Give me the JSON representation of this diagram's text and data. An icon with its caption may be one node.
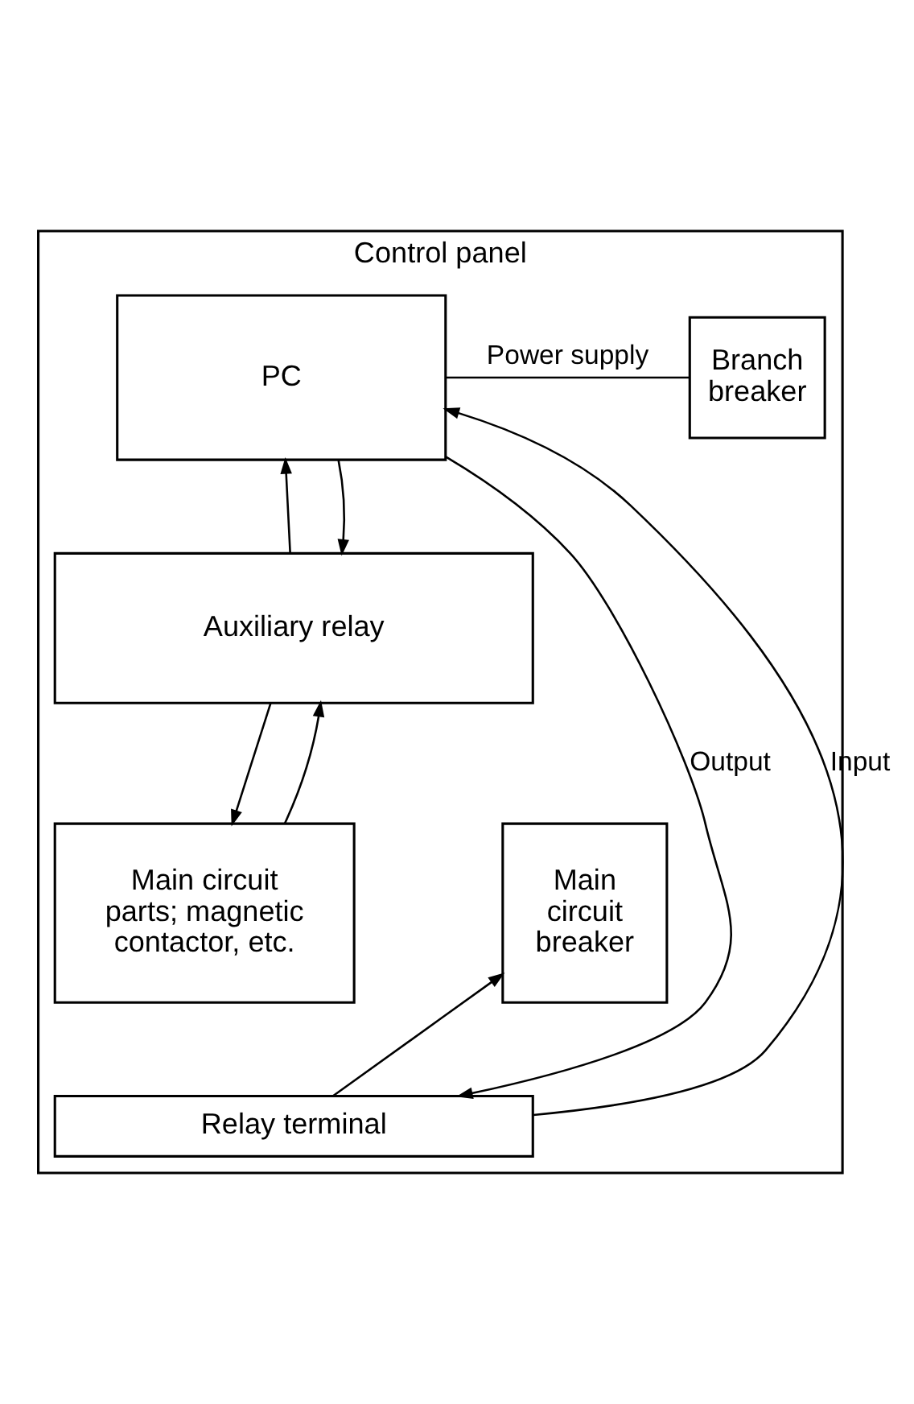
{
  "diagram": {
    "nodes": [
      {
        "text": [
          "Control panel"
        ]
      },
      {
        "text": [
          "PC"
        ],
        "in": 0
      },
      {
        "text": [
          "Branch breaker"
        ],
        "in": 0
      },
      {
        "text": [
          "Auxiliary relay"
        ],
        "in": 0
      },
      {
        "text": [
          "Main circuit parts; magnetic contactor, etc."
        ],
        "in": 0
      },
      {
        "text": [
          "Main circuit breaker"
        ],
        "in": 0
      },
      {
        "text": [
          "Relay terminal"
        ],
        "in": 0
      }
    ],
    "edges": [
      {
        "from": 1,
        "to": 2,
        "arrow": "none",
        "label": "Power supply"
      },
      {
        "from": 6,
        "to": 1,
        "arrow": "to",
        "label": "Input"
      },
      {
        "from": 3,
        "to": 1,
        "arrow": "to"
      },
      {
        "from": 1,
        "to": 3,
        "arrow": "to"
      },
      {
        "from": 1,
        "to": 6,
        "arrow": "to",
        "label": "Output"
      },
      {
        "from": 3,
        "to": 4,
        "arrow": "to"
      },
      {
        "from": 4,
        "to": 3,
        "arrow": "to"
      },
      {
        "from": 6,
        "to": 5,
        "arrow": "to"
      }
    ]
  }
}
